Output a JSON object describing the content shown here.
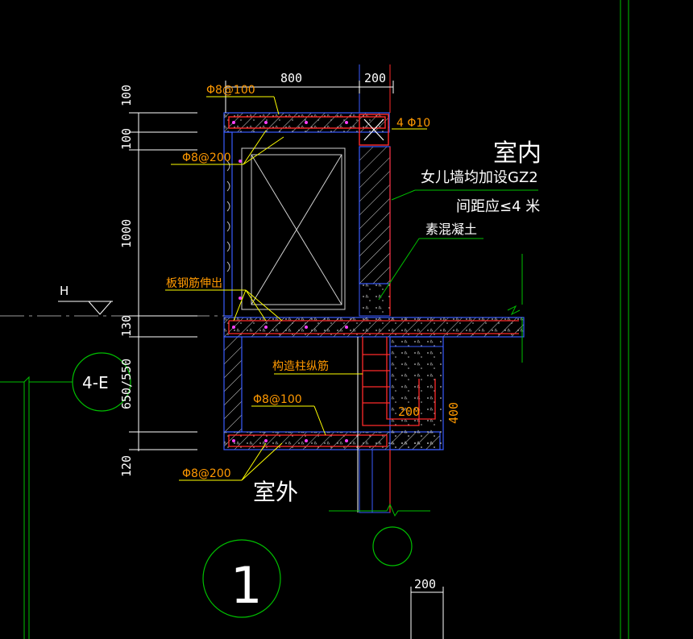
{
  "colors": {
    "background": "#000000",
    "dimension": "#ffffff",
    "outline": "#3a5cff",
    "hatch": "#d8d8d8",
    "rebar": "#ff2a2a",
    "leader": "#ffff00",
    "callout": "#ff9900",
    "grid": "#00c000",
    "text": "#ffffff",
    "dots": "#ff40ff"
  },
  "dimensions": {
    "top_width": "800",
    "top_wall": "200",
    "vert_1": "100",
    "vert_2": "100",
    "vert_3": "1000",
    "vert_4": "130",
    "vert_5": "650/550",
    "vert_6": "120",
    "inner_200": "200",
    "inner_400": "400",
    "bottom_200": "200"
  },
  "callouts": {
    "top_slab_rebar": "Φ8@100",
    "upper_rebar": "Φ8@200",
    "corner_column": "4 Φ10",
    "slab_rebar_extend": "板钢筋伸出",
    "column_long_rebar": "构造柱纵筋",
    "lower_slab_rebar": "Φ8@100",
    "bottom_rebar": "Φ8@200"
  },
  "labels": {
    "indoor": "室内",
    "outdoor": "室外",
    "parapet_note_1": "女儿墙均加设GZ2",
    "parapet_note_2": "间距应≤4 米",
    "plain_concrete": "素混凝土",
    "elevation": "H",
    "grid_ref": "4-E",
    "detail_number": "1"
  },
  "icons": {
    "elevation_marker": "triangle-elevation-icon",
    "grid_bubble": "circle-grid-bubble-icon",
    "detail_bubble": "circle-detail-number-icon"
  }
}
